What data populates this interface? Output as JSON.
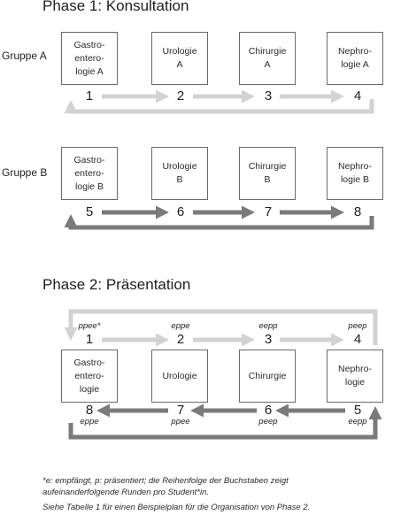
{
  "phase1": {
    "title": "Phase 1: Konsultation",
    "group_a": {
      "label": "Gruppe A",
      "boxes": [
        "Gastro-\nentero-\nlogie A",
        "Urologie\nA",
        "Chirurgie\nA",
        "Nephro-\nlogie A"
      ],
      "numbers": [
        "1",
        "2",
        "3",
        "4"
      ]
    },
    "group_b": {
      "label": "Gruppe B",
      "boxes": [
        "Gastro-\nentero-\nlogie B",
        "Urologie\nB",
        "Chirurgie\nB",
        "Nephro-\nlogie B"
      ],
      "numbers": [
        "5",
        "6",
        "7",
        "8"
      ]
    }
  },
  "phase2": {
    "title": "Phase 2: Präsentation",
    "boxes": [
      "Gastro-\nentero-\nlogie",
      "Urologie",
      "Chirurgie",
      "Nephro-\nlogie"
    ],
    "top_numbers": [
      "1",
      "2",
      "3",
      "4"
    ],
    "top_codes": [
      "ppee*",
      "eppe",
      "eepp",
      "peep"
    ],
    "bottom_numbers": [
      "8",
      "7",
      "6",
      "5"
    ],
    "bottom_codes": [
      "eppe",
      "ppee",
      "peep",
      "eepp"
    ]
  },
  "footnote": {
    "line1": "*e: empfängt, p: präsentiert; die Reihenfolge der Buchstaben zeigt",
    "line2": "aufeinanderfolgende Runden pro Student*in.",
    "line3": "Siehe Tabelle 1 für einen Beispielplan für die Organisation von Phase 2."
  },
  "colors": {
    "light_arrow": "#d2d2d2",
    "dark_arrow": "#7a7a7a"
  }
}
